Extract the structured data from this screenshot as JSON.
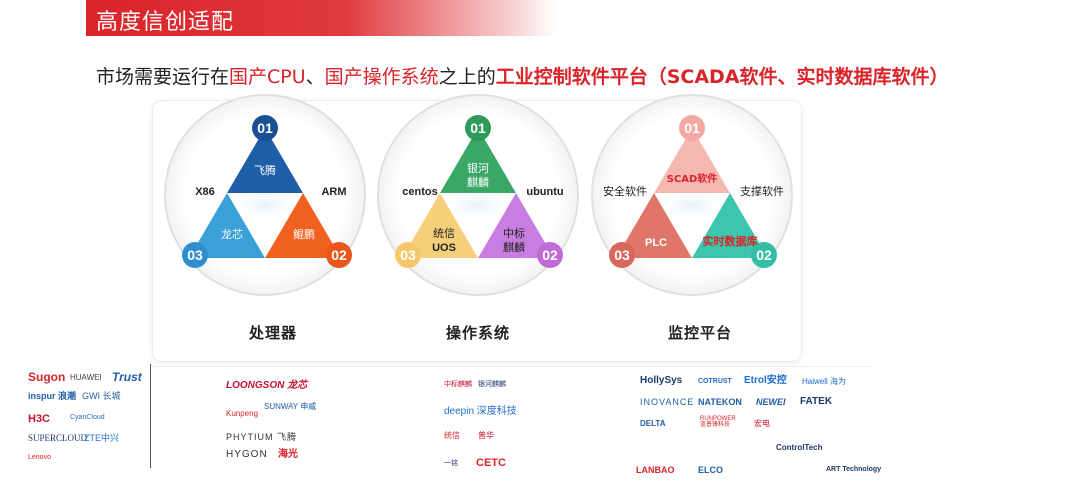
{
  "header": {
    "title": "高度信创适配"
  },
  "subtitle": {
    "part1": "市场需要运行在",
    "part2": "国产CPU",
    "part3": "、",
    "part4": "国产操作系统",
    "part5": "之上的",
    "part6": "工业控制软件平台（SCADA软件、实时数据库软件）"
  },
  "diagrams": [
    {
      "caption": "处理器",
      "badges": [
        "01",
        "02",
        "03"
      ],
      "left_label": "X86",
      "right_label": "ARM",
      "top": "飞腾",
      "left": "龙芯",
      "right": "鲲鹏",
      "colors": {
        "top": "#1f5fa8",
        "left": "#3ca0d8",
        "right": "#f0601e",
        "badge01": "#1a4f94",
        "badge02": "#e8561a",
        "badge03": "#2f8fce"
      }
    },
    {
      "caption": "操作系统",
      "badges": [
        "01",
        "02",
        "03"
      ],
      "left_label": "centos",
      "right_label": "ubuntu",
      "top_line1": "银河",
      "top_line2": "麒麟",
      "left_line1": "统信",
      "left_line2": "UOS",
      "right_line1": "中标",
      "right_line2": "麒麟",
      "colors": {
        "top": "#3aa766",
        "left": "#f6cf7a",
        "right": "#c77ee0",
        "badge01": "#2f9a5a",
        "badge02": "#c06ad6",
        "badge03": "#f4c86a"
      }
    },
    {
      "caption": "监控平台",
      "badges": [
        "01",
        "02",
        "03"
      ],
      "left_label": "安全软件",
      "right_label": "支撑软件",
      "top": "SCAD软件",
      "left": "PLC",
      "right": "实时数据库",
      "colors": {
        "top": "#f5b8b0",
        "left": "#e0766a",
        "right": "#3cc6ae",
        "badge01": "#f3a9a3",
        "badge02": "#34bea6",
        "badge03": "#d9685c"
      }
    }
  ],
  "logos": {
    "col1": [
      "Sugon",
      "HUAWEI",
      "Trust",
      "inspur 浪潮",
      "GWI 长城",
      "H3C",
      "CyanCloud",
      "SUPERCLOUD",
      "ZTE中兴",
      "Lenovo"
    ],
    "col2": [
      "LOONGSON 龙芯",
      "Kunpeng",
      "SUNWAY 申威",
      "PHYTIUM 飞腾",
      "HYGON",
      "海光"
    ],
    "col3": [
      "中标麒麟",
      "银河麒麟",
      "deepin 深度科技",
      "统信",
      "普华",
      "一铭",
      "CETC"
    ],
    "col4": [
      "HollySys",
      "COTRUST",
      "Etrol安控",
      "Haiwell 海为",
      "INOVANCE",
      "NATEKON",
      "NEWEI",
      "FATEK",
      "DELTA",
      "RUNPOWER 蓝普锋科技",
      "宏电",
      "ControlTech",
      "LANBAO",
      "ELCO",
      "ART Technology"
    ]
  }
}
